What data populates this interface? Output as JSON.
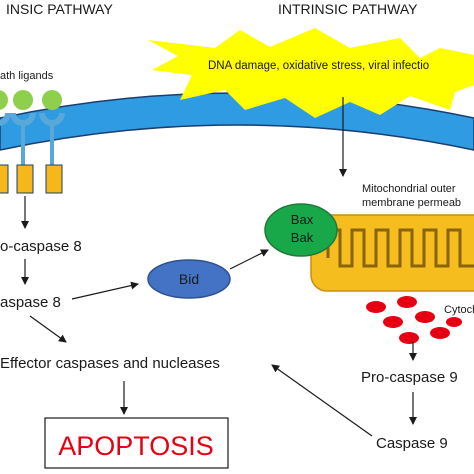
{
  "headers": {
    "extrinsic": "INSIC PATHWAY",
    "intrinsic": "INTRINSIC PATHWAY"
  },
  "labels": {
    "death_ligands": "ath ligands",
    "stress_signals": "DNA damage, oxidative stress, viral infectio",
    "mito_line1": "Mitochondrial outer",
    "mito_line2": "membrane permeab",
    "bax": "Bax",
    "bak": "Bak",
    "bid": "Bid",
    "pro_caspase_8": "o-caspase 8",
    "caspase_8": "aspase 8",
    "cytochrome": "Cytoch",
    "pro_caspase_9": "Pro-caspase 9",
    "effector": "Effector caspases and nucleases",
    "caspase_9": "Caspase 9",
    "outcome": "APOPTOSIS"
  },
  "colors": {
    "membrane_fill": "#2e9be3",
    "membrane_edge": "#1c3d6e",
    "starburst": "#ffff00",
    "ligand": "#8ed04c",
    "receptor": "#58a8d8",
    "receptor_box": "#f5b719",
    "mitochondrion": "#f5bd1e",
    "mito_fold": "#8a6408",
    "bax_bak": "#18a84a",
    "bid": "#4472c4",
    "cytochrome_dots": "#e60012",
    "apoptosis": "#e60012",
    "arrow": "#1a1a1a"
  }
}
